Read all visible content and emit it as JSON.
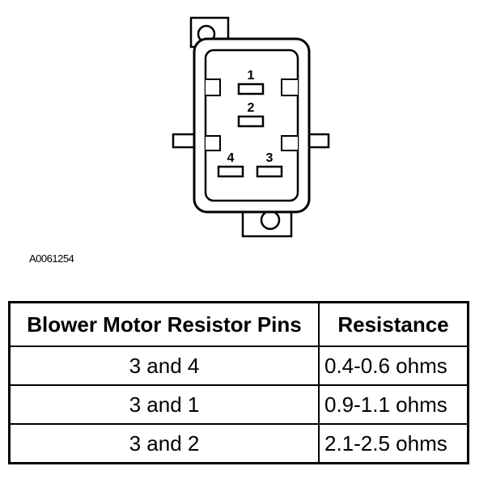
{
  "connector": {
    "pin_labels": [
      "1",
      "2",
      "3",
      "4"
    ]
  },
  "figure_id": "A0061254",
  "table": {
    "headers": [
      "Blower Motor Resistor Pins",
      "Resistance"
    ],
    "rows": [
      [
        "3 and 4",
        "0.4-0.6 ohms"
      ],
      [
        "3 and 1",
        "0.9-1.1 ohms"
      ],
      [
        "3 and 2",
        "2.1-2.5 ohms"
      ]
    ]
  }
}
